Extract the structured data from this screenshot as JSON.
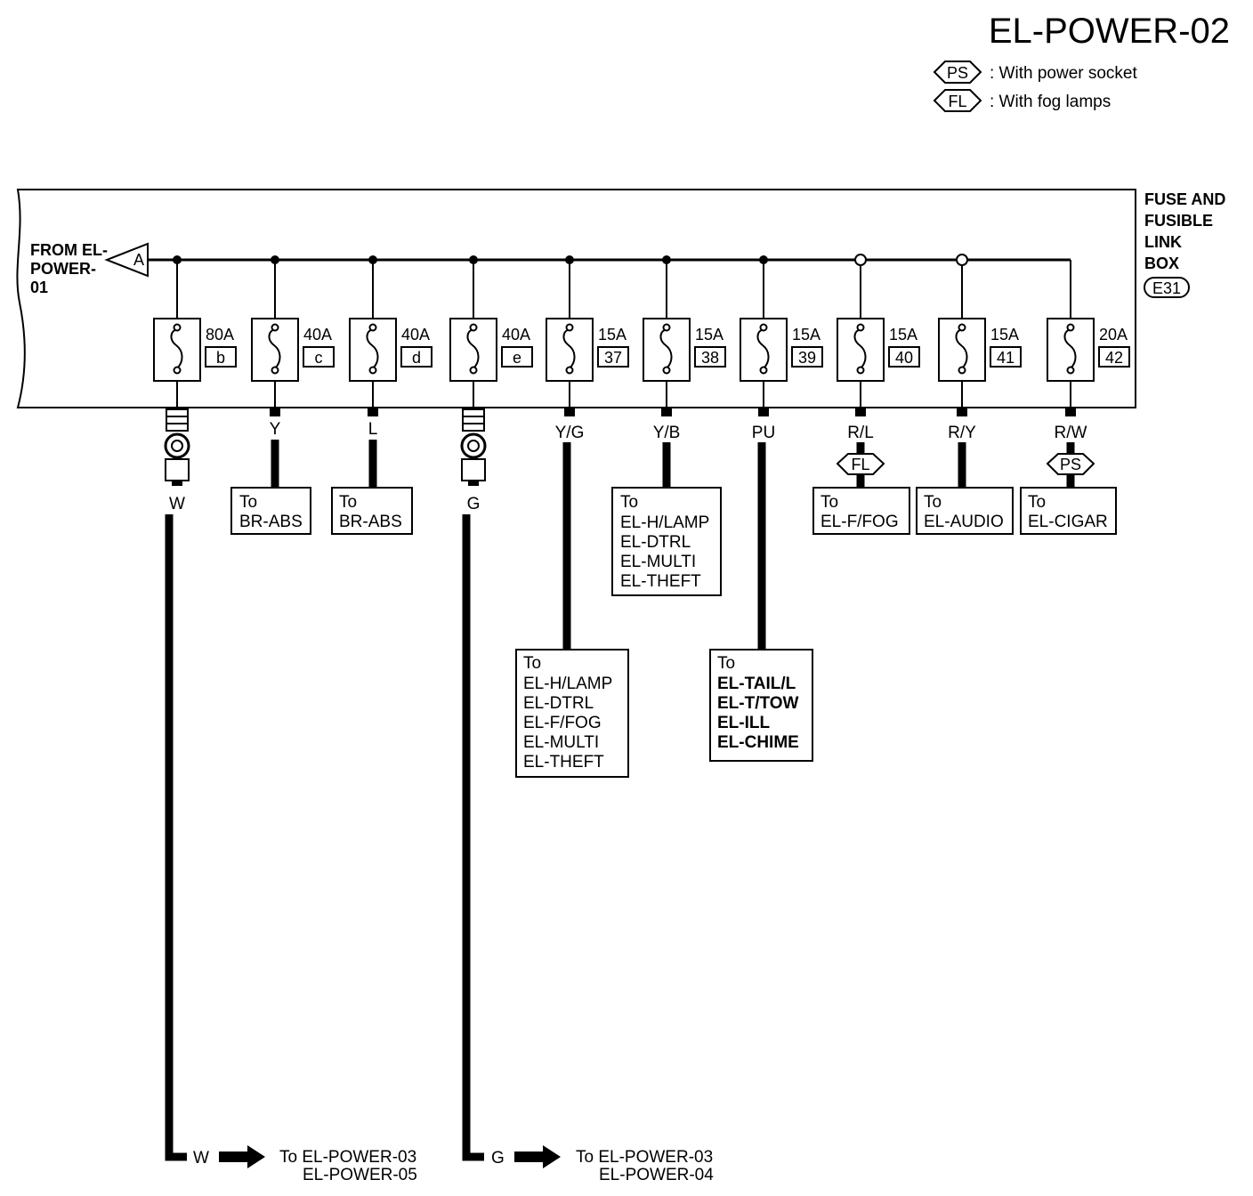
{
  "page_title": "EL-POWER-02",
  "legend": [
    {
      "code": "PS",
      "text": ": With power socket"
    },
    {
      "code": "FL",
      "text": ": With fog lamps"
    }
  ],
  "box": {
    "label_lines": [
      "FUSE AND",
      "FUSIBLE",
      "LINK",
      "BOX"
    ],
    "connector": "E31"
  },
  "source": {
    "label_lines": [
      "FROM EL-",
      "POWER-",
      "01"
    ],
    "connector_letter": "A"
  },
  "fuses": [
    {
      "rating": "80A",
      "id": "b"
    },
    {
      "rating": "40A",
      "id": "c"
    },
    {
      "rating": "40A",
      "id": "d"
    },
    {
      "rating": "40A",
      "id": "e"
    },
    {
      "rating": "15A",
      "id": "37"
    },
    {
      "rating": "15A",
      "id": "38"
    },
    {
      "rating": "15A",
      "id": "39"
    },
    {
      "rating": "15A",
      "id": "40"
    },
    {
      "rating": "15A",
      "id": "41"
    },
    {
      "rating": "20A",
      "id": "42"
    }
  ],
  "wire_colors": [
    "W",
    "Y",
    "L",
    "G",
    "Y/G",
    "Y/B",
    "PU",
    "R/L",
    "R/Y",
    "R/W"
  ],
  "option_tags": [
    "FL",
    "PS"
  ],
  "destinations": {
    "to_word": "To",
    "y": [
      "BR-ABS"
    ],
    "l": [
      "BR-ABS"
    ],
    "yg": [
      "EL-H/LAMP",
      "EL-DTRL",
      "EL-F/FOG",
      "EL-MULTI",
      "EL-THEFT"
    ],
    "yb": [
      "EL-H/LAMP",
      "EL-DTRL",
      "EL-MULTI",
      "EL-THEFT"
    ],
    "pu": [
      "EL-TAIL/L",
      "EL-T/TOW",
      "EL-ILL",
      "EL-CHIME"
    ],
    "rl": [
      "EL-F/FOG"
    ],
    "ry": [
      "EL-AUDIO"
    ],
    "rw": [
      "EL-CIGAR"
    ]
  },
  "outputs": [
    {
      "wire": "W",
      "lines": [
        "To EL-POWER-03",
        "EL-POWER-05"
      ]
    },
    {
      "wire": "G",
      "lines": [
        "To EL-POWER-03",
        "EL-POWER-04"
      ]
    }
  ]
}
